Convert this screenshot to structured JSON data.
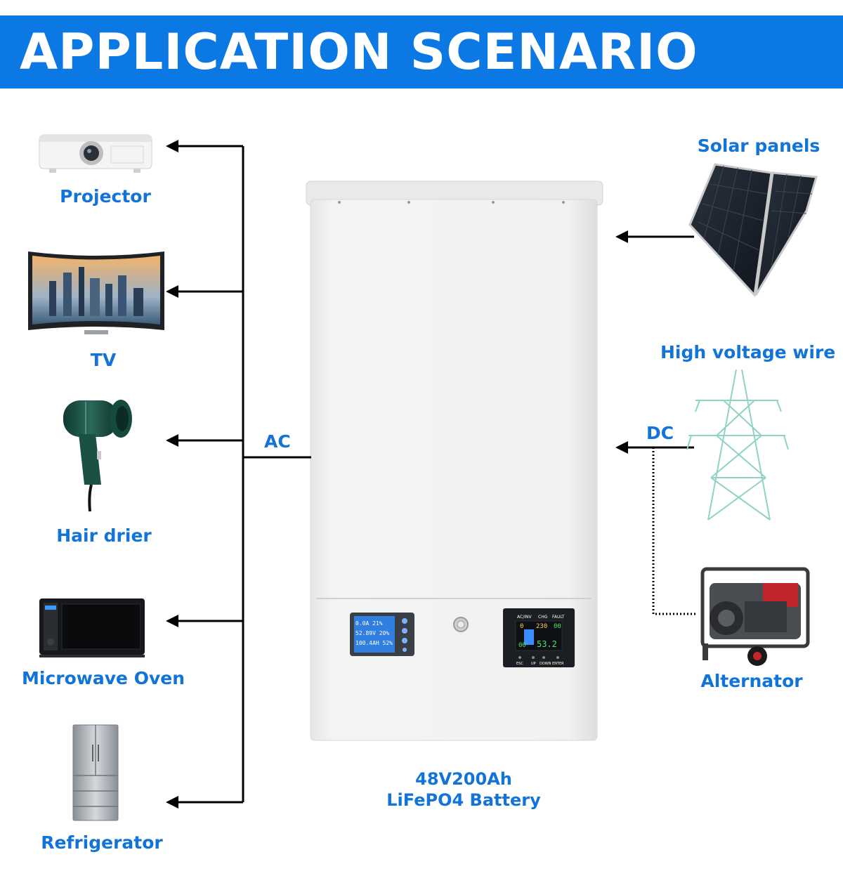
{
  "header": {
    "title": "APPLICATION SCENARIO"
  },
  "loads": [
    {
      "label": "Projector",
      "icon": "projector-icon"
    },
    {
      "label": "TV",
      "icon": "tv-icon"
    },
    {
      "label": "Hair drier",
      "icon": "hair-drier-icon"
    },
    {
      "label": "Microwave Oven",
      "icon": "microwave-icon"
    },
    {
      "label": "Refrigerator",
      "icon": "refrigerator-icon"
    }
  ],
  "sources": [
    {
      "label": "Solar panels",
      "icon": "solar-panel-icon"
    },
    {
      "label": "High voltage wire",
      "icon": "power-tower-icon"
    },
    {
      "label": "Alternator",
      "icon": "generator-icon"
    }
  ],
  "flows": {
    "ac": "AC",
    "dc": "DC"
  },
  "battery": {
    "line1": "48V200Ah",
    "line2": "LiFePO4 Battery",
    "display_left": {
      "rows": [
        "0.0A 21%",
        "52.89V 20%",
        "100.4AH 52%"
      ]
    },
    "display_right": {
      "labels": [
        "AC/INV",
        "CHG",
        "FAULT"
      ],
      "values": [
        "0",
        "230",
        "00",
        "00",
        "53.2"
      ],
      "buttons": [
        "ESC",
        "UP",
        "DOWN",
        "ENTER"
      ]
    }
  },
  "colors": {
    "accent": "#0b78e3",
    "label_blue": "#1273d8",
    "line": "#000000",
    "battery_body": "#f2f2f2"
  }
}
